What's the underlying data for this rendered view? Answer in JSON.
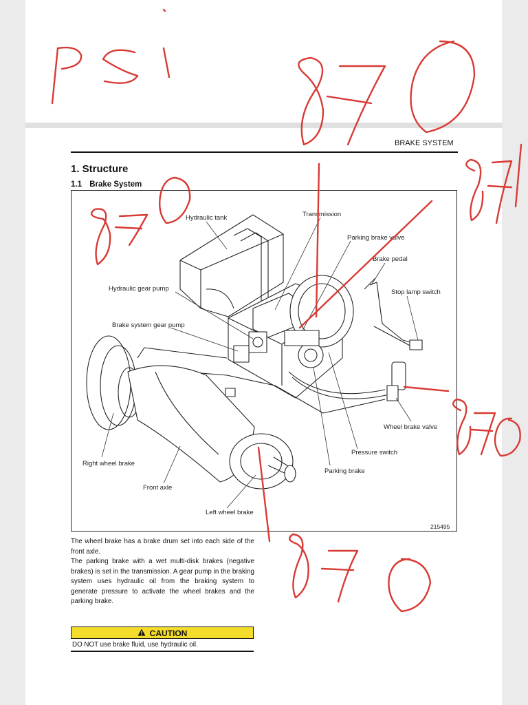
{
  "document": {
    "header": "BRAKE SYSTEM",
    "section_title": "1.  Structure",
    "subsection_number": "1.1",
    "subsection_title": "Brake System",
    "figure_number": "215495",
    "labels": {
      "hydraulic_tank": "Hydraulic tank",
      "transmission": "Transmission",
      "parking_brake_valve": "Parking brake valve",
      "brake_pedal": "Brake pedal",
      "stop_lamp_switch": "Stop lamp switch",
      "hydraulic_gear_pump": "Hydraulic gear pump",
      "brake_system_gear_pump": "Brake system gear pump",
      "wheel_brake_valve": "Wheel brake valve",
      "pressure_switch": "Pressure switch",
      "parking_brake": "Parking brake",
      "right_wheel_brake": "Right wheel brake",
      "front_axle": "Front axle",
      "left_wheel_brake": "Left wheel brake"
    },
    "body_paragraphs": [
      "The wheel brake has a brake drum set into each side of the front axle.",
      "The parking brake with a wet multi-disk brakes (negative brakes) is set in the transmission.  A gear pump in the braking system uses hydraulic oil from the braking system to generate pressure to activate the wheel brakes and the parking brake."
    ],
    "caution": {
      "title": "CAUTION",
      "text": "DO NOT use brake fluid, use hydraulic oil."
    }
  },
  "handwriting": {
    "color": "#d83a34"
  }
}
